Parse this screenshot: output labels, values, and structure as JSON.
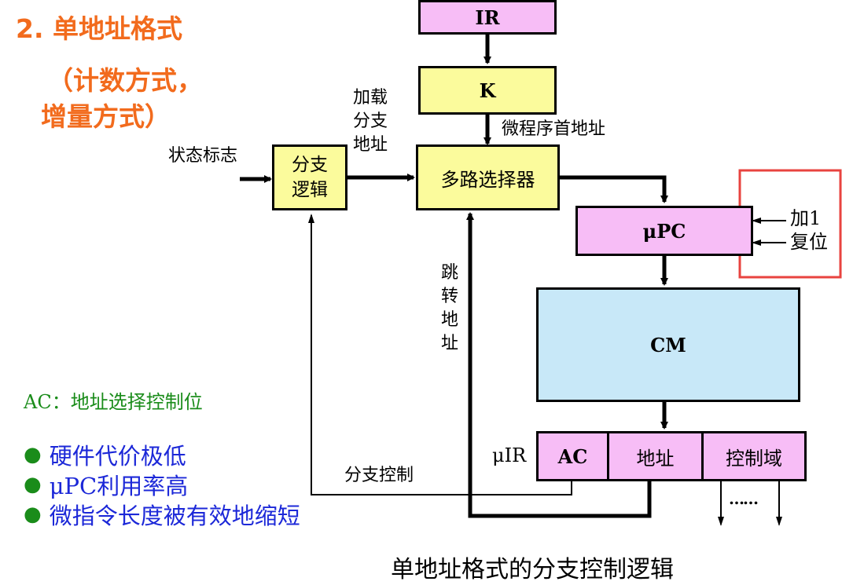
{
  "title": {
    "line1": "2. 单地址格式",
    "line2": "（计数方式，",
    "line3": "增量方式）"
  },
  "boxes": {
    "ir": "IR",
    "k": "K",
    "branch_logic": [
      "分支",
      "逻辑"
    ],
    "mux": "多路选择器",
    "upc": "μPC",
    "cm": "CM",
    "uir_ac": "AC",
    "uir_addr": "地址",
    "uir_ctrl": "控制域"
  },
  "labels": {
    "load_branch_addr": [
      "加载",
      "分支",
      "地址"
    ],
    "status_flag": "状态标志",
    "micro_first_addr": "微程序首地址",
    "jump_addr": [
      "跳",
      "转",
      "地",
      "址"
    ],
    "plus_one": "加1",
    "reset": "复位",
    "uir": "μIR",
    "branch_ctrl": "分支控制",
    "dots": "……"
  },
  "legend": {
    "ac_desc": "AC：地址选择控制位",
    "bullets": [
      "硬件代价极低",
      "μPC利用率高",
      "微指令长度被有效地缩短"
    ]
  },
  "caption": "单地址格式的分支控制逻辑",
  "colors": {
    "title": "#f26b1d",
    "pink_box": "#f7bdf6",
    "yellow_box": "#fbfb9c",
    "blue_box": "#c8e8f8",
    "highlight_frame": "#e8433f",
    "green_text": "#1a8c1a",
    "blue_text": "#1c28d8"
  }
}
